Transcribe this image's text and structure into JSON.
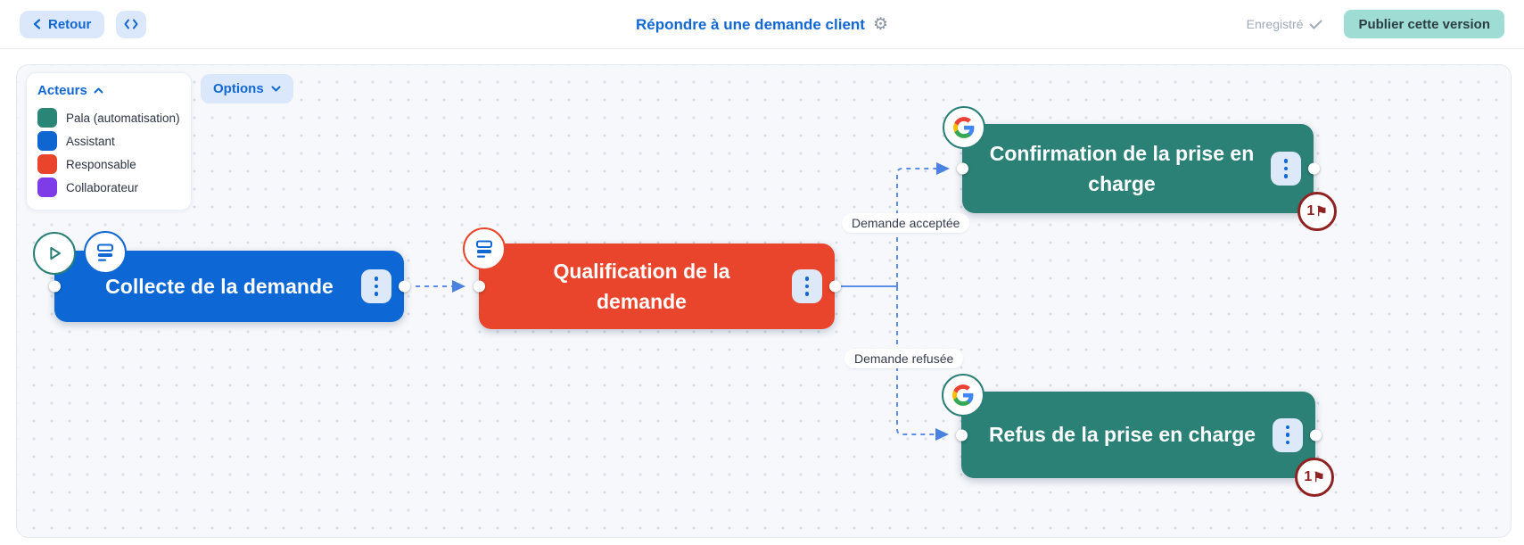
{
  "header": {
    "back_label": "Retour",
    "title": "Répondre à une demande client",
    "saved_status": "Enregistré",
    "publish_label": "Publier cette version"
  },
  "icons": {
    "back": "chevron-left",
    "code": "code-brackets",
    "settings": "gear",
    "saved_check": "check",
    "legend_collapse": "chevron-up",
    "options_expand": "chevron-down",
    "node_menu": "kebab-vertical",
    "start": "play",
    "form": "form-lines",
    "google": "google-g",
    "flag": "flag"
  },
  "canvas": {
    "legend": {
      "title": "Acteurs",
      "items": [
        {
          "label": "Pala (automatisation)",
          "color": "#2a8577"
        },
        {
          "label": "Assistant",
          "color": "#0f66d0"
        },
        {
          "label": "Responsable",
          "color": "#e9452c"
        },
        {
          "label": "Collaborateur",
          "color": "#7d3ce8"
        }
      ]
    },
    "options_label": "Options",
    "nodes": [
      {
        "label": "Collecte de la demande",
        "color": "#0d67d4",
        "flag_count": ""
      },
      {
        "label": "Qualification de la demande",
        "color": "#e9452c",
        "flag_count": ""
      },
      {
        "label": "Confirmation de la prise en charge",
        "color": "#2b8176",
        "flag_count": "1"
      },
      {
        "label": "Refus de la prise en charge",
        "color": "#2b8176",
        "flag_count": "1"
      }
    ],
    "edge_labels": {
      "accepted": "Demande acceptée",
      "refused": "Demande refusée"
    },
    "flag_glyph": "⚑",
    "gear_glyph": "⚙"
  },
  "colors": {
    "accent_blue": "#1268d3",
    "connector": "#5c8ee6",
    "node_blue": "#0d67d4",
    "node_red": "#e9452c",
    "node_teal": "#2b8176",
    "flag_red": "#8f2222",
    "publish_bg": "#9edcd4"
  }
}
